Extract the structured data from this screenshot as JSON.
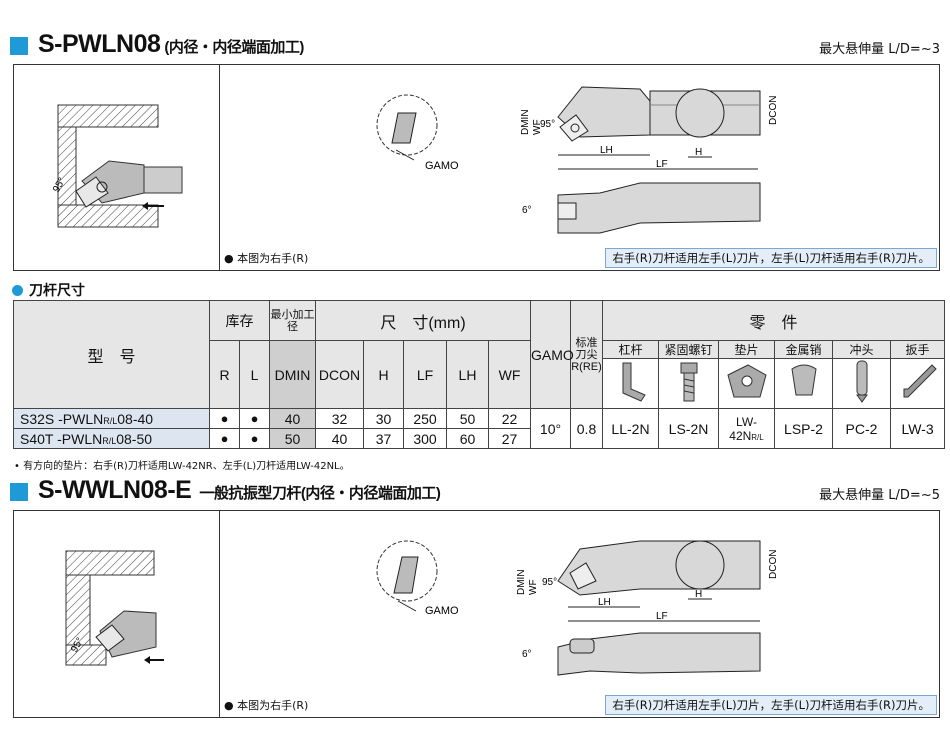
{
  "section1": {
    "code": "S-PWLN08",
    "subtitle": "(内径・内径端面加工)",
    "ld": "最大悬伸量 L/D=~3",
    "note_left": "● 本图为右手(R)",
    "note_right": "右手(R)刀杆适用左手(L)刀片，左手(L)刀杆适用右手(R)刀片。",
    "labels": {
      "angle": "95°",
      "gamo": "GAMO",
      "dmin": "DMIN",
      "wf": "WF",
      "dcon": "DCON",
      "lh": "LH",
      "lf": "LF",
      "h": "H",
      "tilt": "6°"
    }
  },
  "table": {
    "title": "刀杆尺寸",
    "headers": {
      "model": "型　号",
      "stock": "库存",
      "min_bore": "最小加工径",
      "dims": "尺　寸(mm)",
      "gamo": "GAMO",
      "re": "标准刀尖R(RE)",
      "parts": "零　件",
      "r": "R",
      "l": "L",
      "dmin": "DMIN",
      "dcon": "DCON",
      "h": "H",
      "lf": "LF",
      "lh": "LH",
      "wf": "WF",
      "lever": "杠杆",
      "screw": "紧固螺钉",
      "shim": "垫片",
      "pin": "金属销",
      "punch": "冲头",
      "wrench": "扳手"
    },
    "rows": [
      {
        "model": "S32S -PWLN",
        "suffix": "R/L",
        "model_end": "08-40",
        "r": "●",
        "l": "●",
        "dmin": "40",
        "dcon": "32",
        "h": "30",
        "lf": "250",
        "lh": "50",
        "wf": "22"
      },
      {
        "model": "S40T -PWLN",
        "suffix": "R/L",
        "model_end": "08-50",
        "r": "●",
        "l": "●",
        "dmin": "50",
        "dcon": "40",
        "h": "37",
        "lf": "300",
        "lh": "60",
        "wf": "27"
      }
    ],
    "common": {
      "gamo": "10°",
      "re": "0.8",
      "lever": "LL-2N",
      "screw": "LS-2N",
      "shim": "LW-42N",
      "shim_suffix": "R/L",
      "pin": "LSP-2",
      "punch": "PC-2",
      "wrench": "LW-3"
    },
    "footnote": "• 有方向的垫片：右手(R)刀杆适用LW-42NR、左手(L)刀杆适用LW-42NL。"
  },
  "section2": {
    "code": "S-WWLN08-E",
    "subtitle": "一般抗振型刀杆(内径・内径端面加工)",
    "ld": "最大悬伸量 L/D=~5",
    "note_left": "● 本图为右手(R)",
    "note_right": "右手(R)刀杆适用左手(L)刀片，左手(L)刀杆适用右手(R)刀片。",
    "labels": {
      "angle": "95°",
      "gamo": "GAMO",
      "dmin": "DMIN",
      "wf": "WF",
      "dcon": "DCON",
      "lh": "LH",
      "lf": "LF",
      "h": "H",
      "tilt": "6°"
    }
  }
}
